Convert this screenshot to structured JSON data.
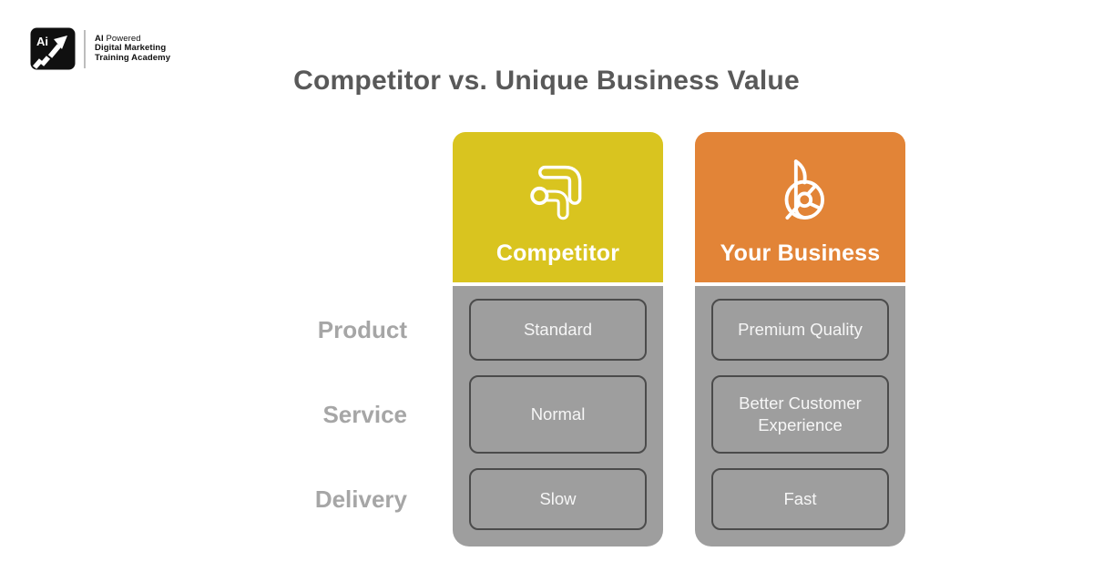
{
  "brand": {
    "monogram": "Ai",
    "line1_bold": "AI",
    "line1_regular": "Powered",
    "line2": "Digital Marketing",
    "line3": "Training Academy"
  },
  "title": "Competitor vs. Unique Business Value",
  "comparison": {
    "row_labels": [
      "Product",
      "Service",
      "Delivery"
    ],
    "columns": [
      {
        "name": "Competitor",
        "icon": "workflow-elbow-arrows-icon",
        "color": "#d9c41f",
        "values": [
          "Standard",
          "Normal",
          "Slow"
        ]
      },
      {
        "name": "Your Business",
        "icon": "stylized-b-wheel-icon",
        "color": "#e28437",
        "values": [
          "Premium Quality",
          "Better Customer Experience",
          "Fast"
        ]
      }
    ]
  },
  "colors": {
    "competitor_header": "#d9c41f",
    "your_business_header": "#e28437",
    "panel_gray": "#9e9e9e",
    "cell_border": "#4b4b4b",
    "cell_text": "#f6f6f6",
    "title_text": "#595959",
    "row_label_text": "#a6a6a6",
    "background": "#ffffff",
    "logo_black": "#101010"
  }
}
